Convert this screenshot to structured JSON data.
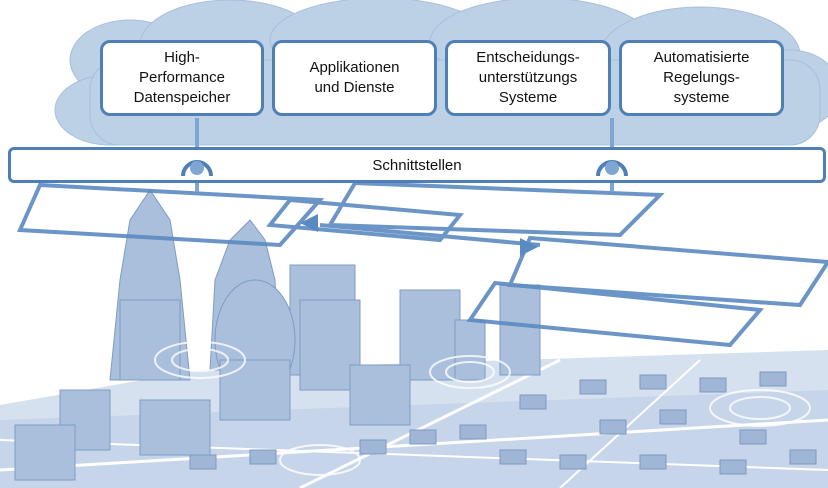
{
  "components": [
    {
      "label": "High-\nPerformance\nDatenspeicher"
    },
    {
      "label": "Applikationen\nund Dienste"
    },
    {
      "label": "Entscheidungs-\nunterstützungs\nSysteme"
    },
    {
      "label": "Automatisierte\nRegelungs-\nsysteme"
    }
  ],
  "interface": {
    "label": "Schnittstellen"
  },
  "colors": {
    "accent": "#4f7fb6",
    "cloud": "#bcd0e6",
    "city": "#a9bfdc",
    "ground": "#d6e1ef"
  }
}
